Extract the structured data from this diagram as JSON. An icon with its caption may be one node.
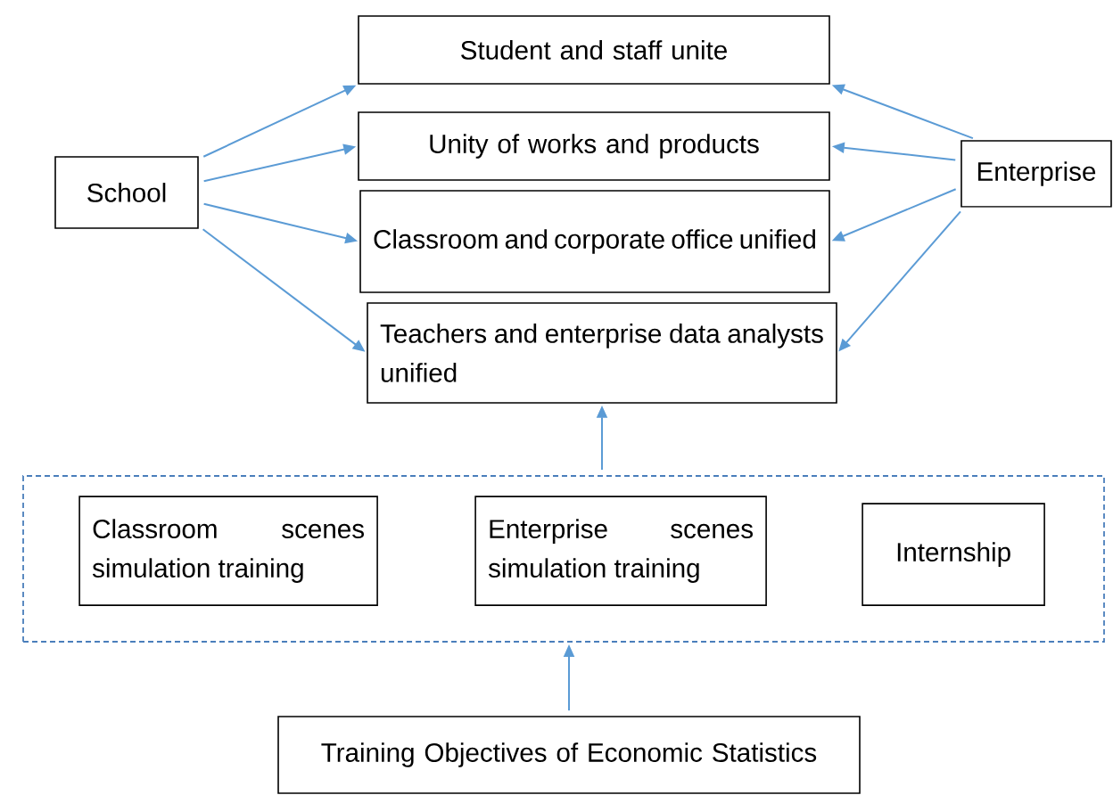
{
  "diagram": {
    "nodes": [
      {
        "text": [
          "School"
        ]
      },
      {
        "text": [
          "Student and staff unite"
        ]
      },
      {
        "text": [
          "Unity of works and products"
        ]
      },
      {
        "text": [
          "Classroom and corporate office unified"
        ]
      },
      {
        "text": [
          "Teachers and enterprise data analysts unified"
        ]
      },
      {
        "text": [
          "Enterprise"
        ]
      },
      {
        "text": [],
        "shape": "box"
      },
      {
        "text": [
          "Classroom scenes simulation training"
        ],
        "in": 6
      },
      {
        "text": [
          "Enterprise scenes simulation training"
        ],
        "in": 6
      },
      {
        "text": [
          "Internship"
        ],
        "in": 6
      },
      {
        "text": [
          "Training Objectives of Economic Statistics"
        ]
      }
    ],
    "edges": [
      {
        "from": 0,
        "to": 1,
        "arrow": "to"
      },
      {
        "from": 0,
        "to": 2,
        "arrow": "to"
      },
      {
        "from": 0,
        "to": 3,
        "arrow": "to"
      },
      {
        "from": 0,
        "to": 4,
        "arrow": "to"
      },
      {
        "from": 5,
        "to": 1,
        "arrow": "to"
      },
      {
        "from": 5,
        "to": 2,
        "arrow": "to"
      },
      {
        "from": 5,
        "to": 3,
        "arrow": "to"
      },
      {
        "from": 5,
        "to": 4,
        "arrow": "to"
      },
      {
        "from": 6,
        "to": 4,
        "arrow": "to"
      },
      {
        "from": 10,
        "to": 6,
        "arrow": "to"
      }
    ]
  }
}
